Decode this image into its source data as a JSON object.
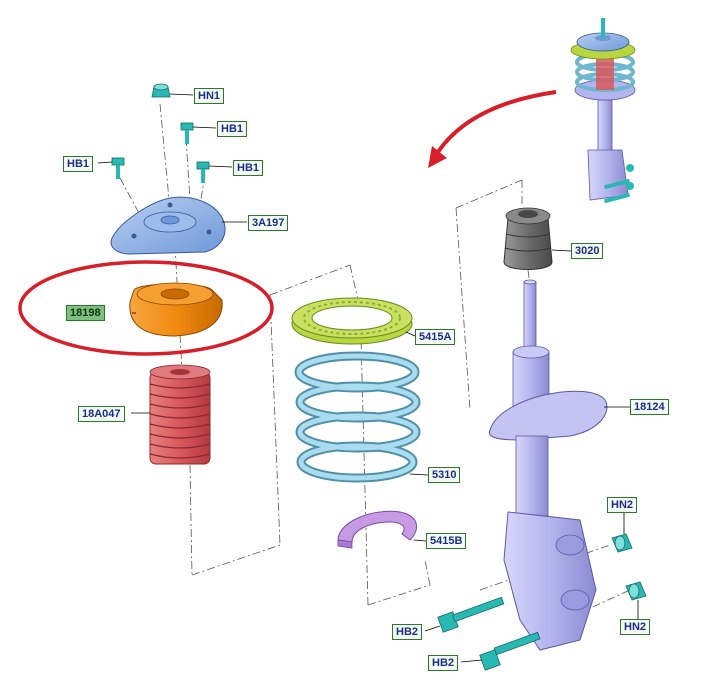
{
  "labels": {
    "hn1": "HN1",
    "hb1_a": "HB1",
    "hb1_b": "HB1",
    "hb1_c": "HB1",
    "p3a197": "3A197",
    "p18198": "18198",
    "p18a047": "18A047",
    "p5415a": "5415A",
    "p5310": "5310",
    "p5415b": "5415B",
    "p3020": "3020",
    "p18124": "18124",
    "hn2_a": "HN2",
    "hn2_b": "HN2",
    "hb2_a": "HB2",
    "hb2_b": "HB2"
  },
  "colors": {
    "top_mount": "#8cb2e6",
    "bearing_highlight": "#f08a10",
    "dust_boot": "#d9585c",
    "spring_seat_upper": "#b8d640",
    "coil_spring": "#8ec9df",
    "spring_seat_lower": "#c89ae6",
    "bump_stop": "#6c6c6c",
    "strut": "#b4b4ee",
    "fasteners": "#2ab8b4",
    "highlight_ring": "#d81e28",
    "direction_arrow": "#d81e28",
    "label_border": "#2a7a2a",
    "label_text": "#1a2d8a"
  }
}
